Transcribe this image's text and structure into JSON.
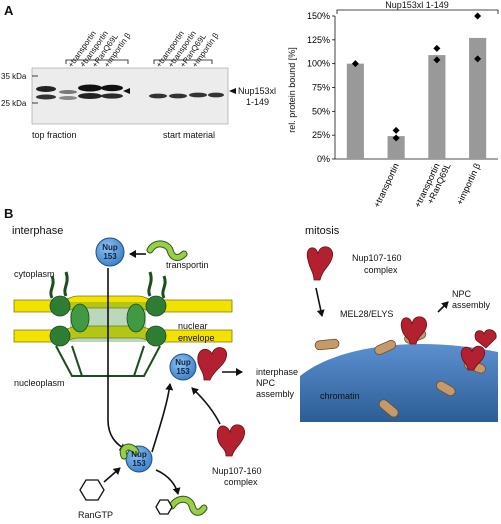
{
  "panel_a": {
    "letter": "A",
    "blot": {
      "lane_labels_top": [
        "+transportin",
        "+transportin",
        "+RanQ69L",
        "+importin β"
      ],
      "lane_labels_start": [
        "+transportin",
        "+transportin",
        "+RanQ69L",
        "+importin β"
      ],
      "markers": [
        "35 kDa",
        "25 kDa"
      ],
      "protein_label": [
        "Nup153xl",
        "1-149"
      ],
      "caption_top": "top fraction",
      "caption_start": "start material"
    },
    "chart_data": {
      "type": "bar",
      "title": "Nup153xl 1-149",
      "ylabel": "rel. protein bound [%]",
      "xlabel": "",
      "ylim": [
        0,
        150
      ],
      "yticks": [
        "0%",
        "25%",
        "50%",
        "75%",
        "100%",
        "125%",
        "150%"
      ],
      "grid": false,
      "categories": [
        "",
        "+transportin",
        "+transportin +RanQ69L",
        "+importin β"
      ],
      "category_lines": [
        [
          ""
        ],
        [
          "+transportin"
        ],
        [
          "+transportin",
          "+RanQ69L"
        ],
        [
          "+importin β"
        ]
      ],
      "values": [
        100,
        24,
        109,
        127
      ],
      "points": [
        [
          100
        ],
        [
          22,
          30
        ],
        [
          104,
          116
        ],
        [
          105,
          150
        ]
      ],
      "bar_color": "#999999",
      "point_color": "#000000"
    }
  },
  "panel_b": {
    "letter": "B",
    "interphase": {
      "heading": "interphase",
      "nup_label": [
        "Nup",
        "153"
      ],
      "transportin": "transportin",
      "cytoplasm": "cytoplasm",
      "nuclear_envelope": [
        "nuclear",
        "envelope"
      ],
      "nucleoplasm": "nucleoplasm",
      "assembly": [
        "interphase",
        "NPC",
        "assembly"
      ],
      "complex": [
        "Nup107-160",
        "complex"
      ],
      "rangtp": "RanGTP"
    },
    "mitosis": {
      "heading": "mitosis",
      "complex": [
        "Nup107-160",
        "complex"
      ],
      "mel28": "MEL28/ELYS",
      "assembly": [
        "NPC",
        "assembly"
      ],
      "chromatin": "chromatin"
    },
    "colors": {
      "nup153": "#4a90d9",
      "transportin": "#8dc63f",
      "nup107": "#b3202f",
      "mel28": "#c49a6c",
      "chromatin": "#4a7fbf",
      "envelope": "#f2e200",
      "pore": "#2e7d32"
    }
  }
}
